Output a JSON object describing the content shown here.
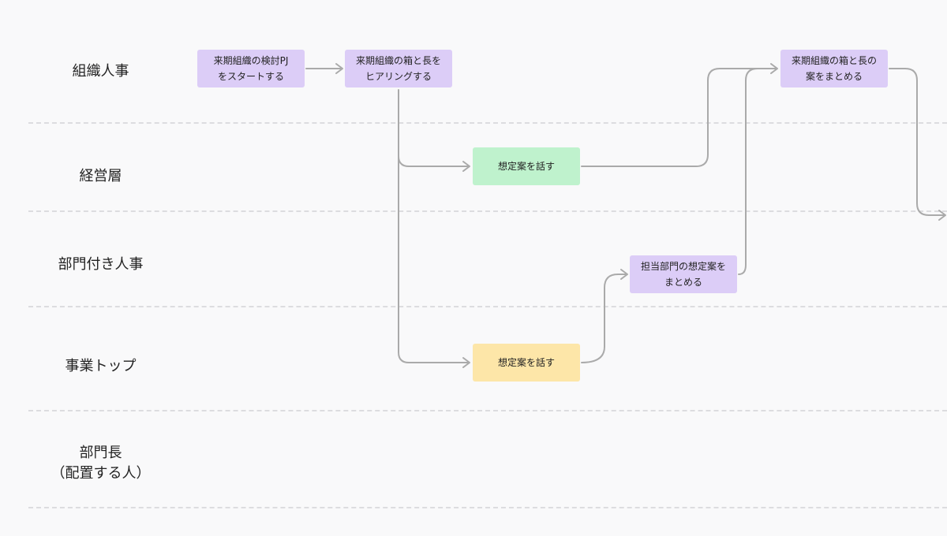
{
  "lanes": [
    {
      "lines": [
        "組織人事"
      ]
    },
    {
      "lines": [
        "経営層"
      ]
    },
    {
      "lines": [
        "部門付き人事"
      ]
    },
    {
      "lines": [
        "事業トップ"
      ]
    },
    {
      "lines": [
        "部門長",
        "（配置する人）"
      ]
    }
  ],
  "nodes": {
    "start_pj": {
      "lines": [
        "来期組織の検討PJ",
        "をスタートする"
      ],
      "color": "#dccdf7"
    },
    "hearing": {
      "lines": [
        "来期組織の箱と長を",
        "ヒアリングする"
      ],
      "color": "#dccdf7"
    },
    "exec_talk": {
      "lines": [
        "想定案を話す"
      ],
      "color": "#bff2cd"
    },
    "biz_top_talk": {
      "lines": [
        "想定案を話す"
      ],
      "color": "#fde6a8"
    },
    "dept_hr_summarize": {
      "lines": [
        "担当部門の想定案を",
        "まとめる"
      ],
      "color": "#dccdf7"
    },
    "summarize_plan": {
      "lines": [
        "来期組織の箱と長の",
        "案をまとめる"
      ],
      "color": "#dccdf7"
    }
  },
  "connector_color": "#aaaaaa"
}
